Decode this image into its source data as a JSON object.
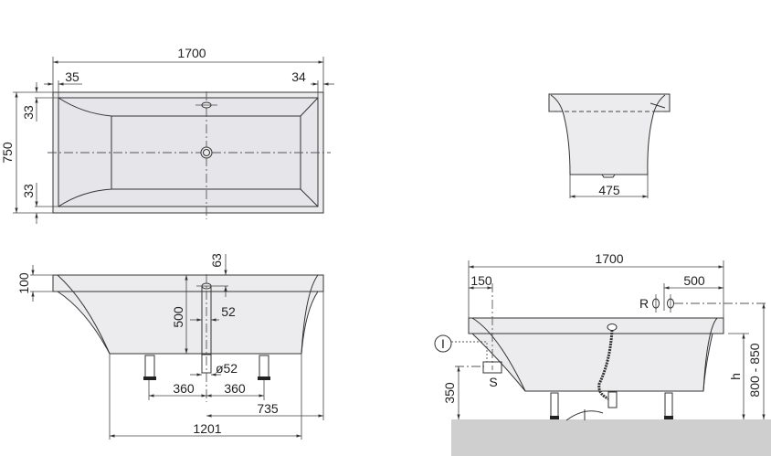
{
  "plan_view": {
    "length": "1700",
    "rim_left": "35",
    "rim_right": "34",
    "width": "750",
    "rim_top": "33",
    "rim_bottom": "33"
  },
  "end_view": {
    "bottom_width": "475"
  },
  "side_section": {
    "rim_height": "100",
    "overflow_offset": "63",
    "depth": "500",
    "overflow_diameter": "52",
    "drain_diameter": "ø52",
    "foot_left": "360",
    "foot_right": "360",
    "drain_to_end": "735",
    "bottom_length": "1201"
  },
  "installation_view": {
    "length": "1700",
    "supply_offset": "150",
    "tap_offset": "500",
    "tap_label": "R",
    "height_range": "800 - 850",
    "height_label": "h",
    "waste_height": "350",
    "inlet_label": "I",
    "waste_label": "S"
  },
  "colors": {
    "line": "#333333",
    "tub_fill": "#ececee",
    "floor": "#cfcfcf"
  }
}
